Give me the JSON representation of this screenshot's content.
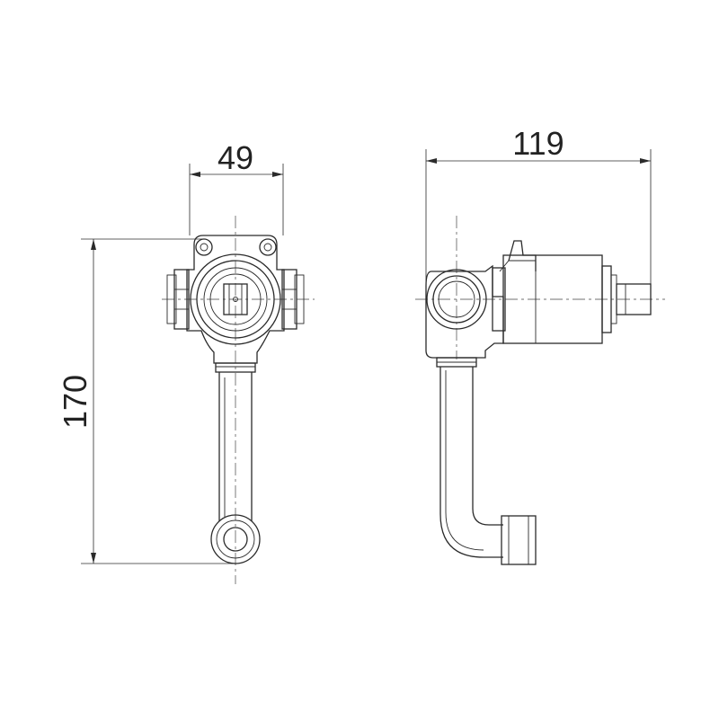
{
  "dimensions": {
    "front_width": "49",
    "front_height": "170",
    "side_depth": "119"
  }
}
